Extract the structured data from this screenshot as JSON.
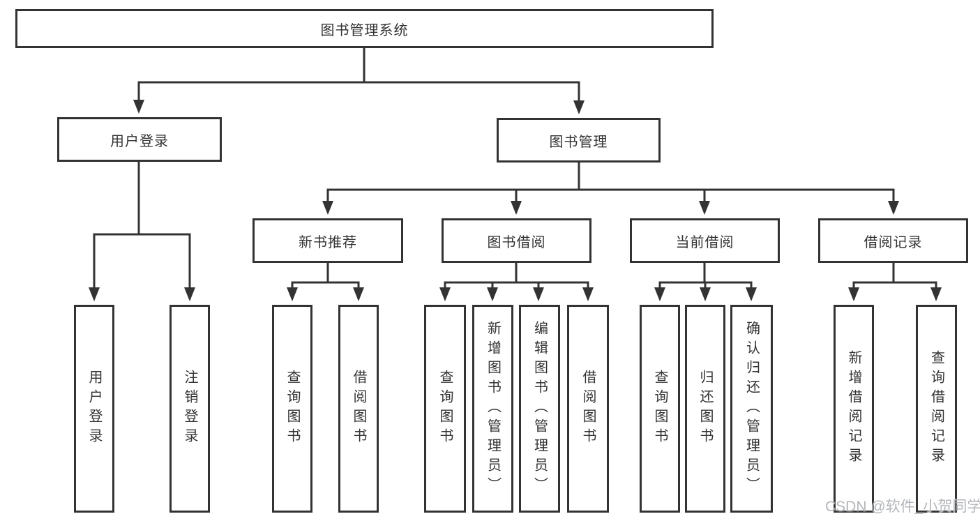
{
  "diagram_title": "图书管理系统",
  "tree": {
    "root": {
      "label": "图书管理系统"
    },
    "level2": {
      "user_login": {
        "label": "用户登录"
      },
      "book_mgmt": {
        "label": "图书管理"
      }
    },
    "level3": {
      "new_books": {
        "label": "新书推荐"
      },
      "book_borrow": {
        "label": "图书借阅"
      },
      "current_borrow": {
        "label": "当前借阅"
      },
      "borrow_records": {
        "label": "借阅记录"
      }
    },
    "leaves": {
      "user_login": [
        "用户登录",
        "注销登录"
      ],
      "new_books": [
        "查询图书",
        "借阅图书"
      ],
      "book_borrow": [
        "查询图书",
        "新增图书（管理员）",
        "编辑图书（管理员）",
        "借阅图书"
      ],
      "current_borrow": [
        "查询图书",
        "归还图书",
        "确认归还（管理员）"
      ],
      "borrow_records": [
        "新增借阅记录",
        "查询借阅记录"
      ]
    }
  },
  "watermark": {
    "text": "CSDN @软件_小贺同学"
  },
  "colors": {
    "line": "#333333",
    "box_border": "#333333",
    "text": "#333333",
    "background": "#ffffff",
    "watermark": "#b3b6ba"
  }
}
